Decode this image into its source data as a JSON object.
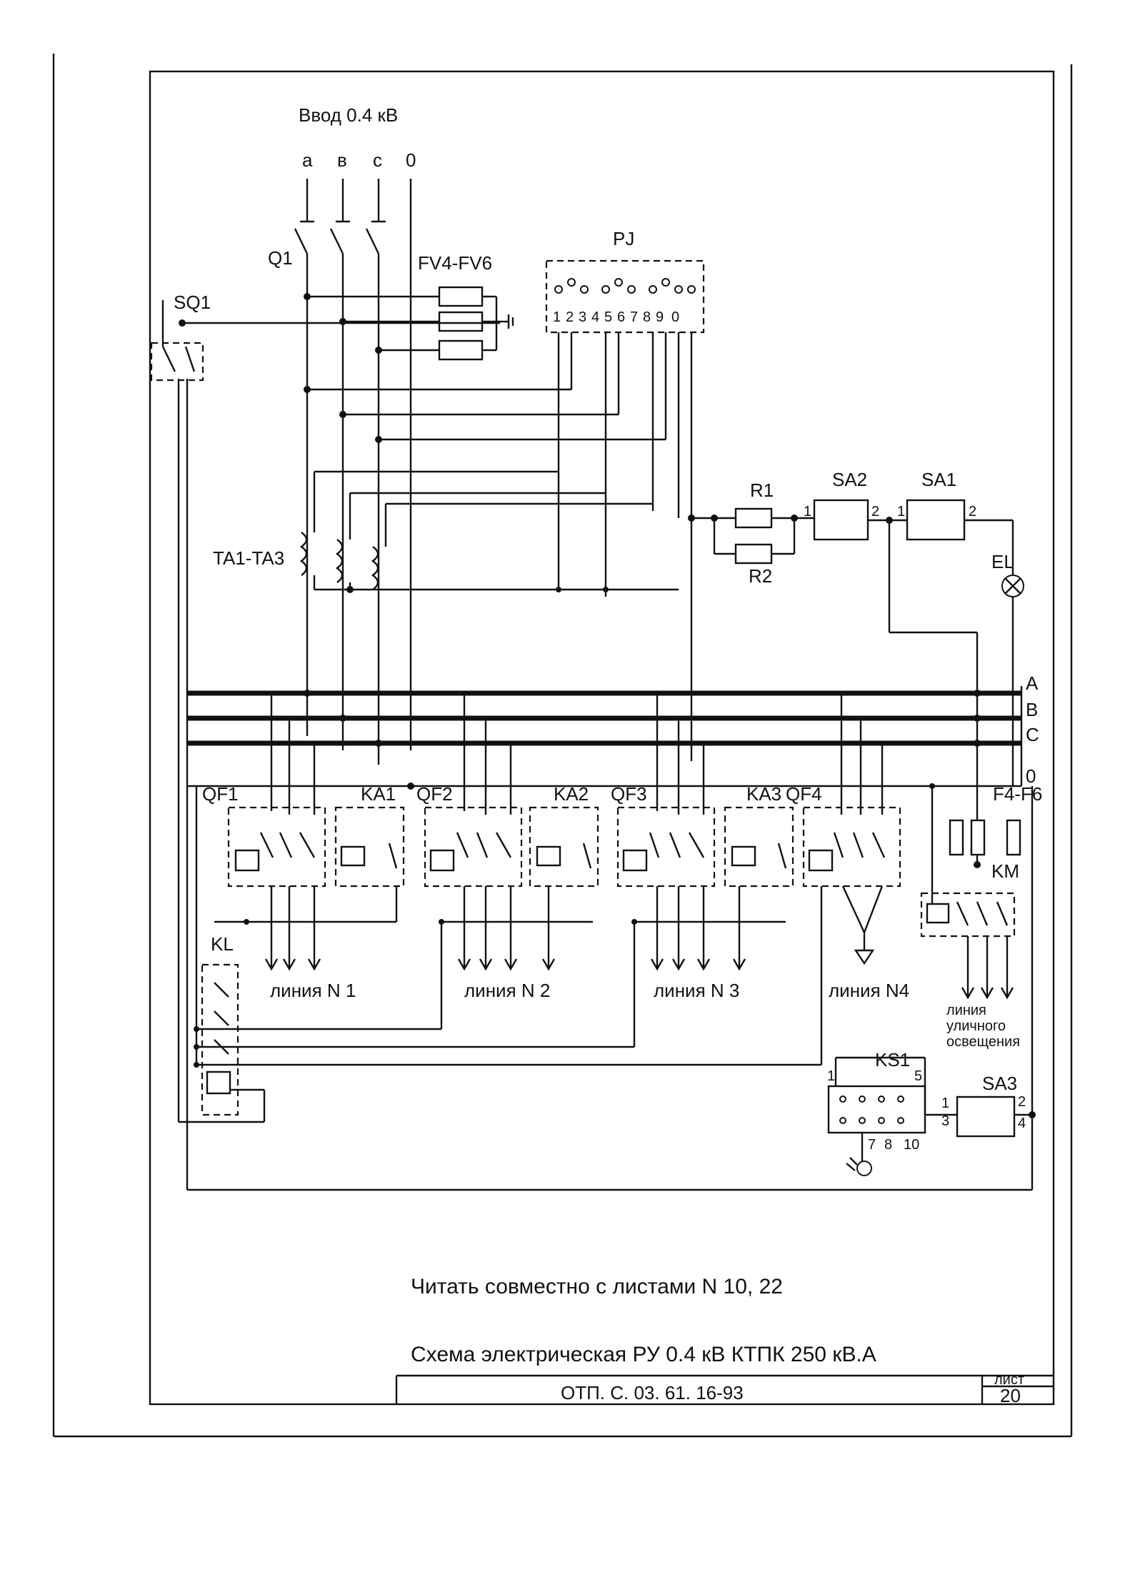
{
  "input": {
    "title": "Ввод 0.4 кВ",
    "phases": [
      "а",
      "в",
      "с",
      "0"
    ]
  },
  "components": {
    "q1": "Q1",
    "sq1": "SQ1",
    "fv": "FV4-FV6",
    "pj": "PJ",
    "pj_terminals": [
      "1",
      "2",
      "3",
      "4",
      "5",
      "6",
      "7",
      "8",
      "9",
      "0"
    ],
    "ta": "TA1-TA3",
    "r1": "R1",
    "r2": "R2",
    "sa2": "SA2",
    "sa1": "SA1",
    "el": "EL",
    "qf1": "QF1",
    "qf2": "QF2",
    "qf3": "QF3",
    "qf4": "QF4",
    "ka1": "KA1",
    "ka2": "KA2",
    "ka3": "KA3",
    "kl": "KL",
    "km": "KM",
    "f": "F4-F6",
    "ks1": "KS1",
    "sa3": "SA3",
    "pin1": "1",
    "pin2": "2",
    "pin3": "3",
    "pin4": "4",
    "pin5": "5",
    "pin7": "7",
    "pin8": "8",
    "pin10": "10"
  },
  "buses": {
    "a": "A",
    "b": "B",
    "c": "C",
    "zero": "0"
  },
  "lines": {
    "n1": "линия N 1",
    "n2": "линия N 2",
    "n3": "линия N 3",
    "n4": "линия N4",
    "street": [
      "линия",
      "уличного",
      "освещения"
    ]
  },
  "note": "Читать совместно с листами N 10, 22",
  "title": "Схема электрическая РУ 0.4 кВ КТПК 250 кВ.А",
  "stamp": {
    "code": "ОТП. С. 03. 61. 16-93",
    "sheet_label": "лист",
    "sheet_number": "20"
  }
}
